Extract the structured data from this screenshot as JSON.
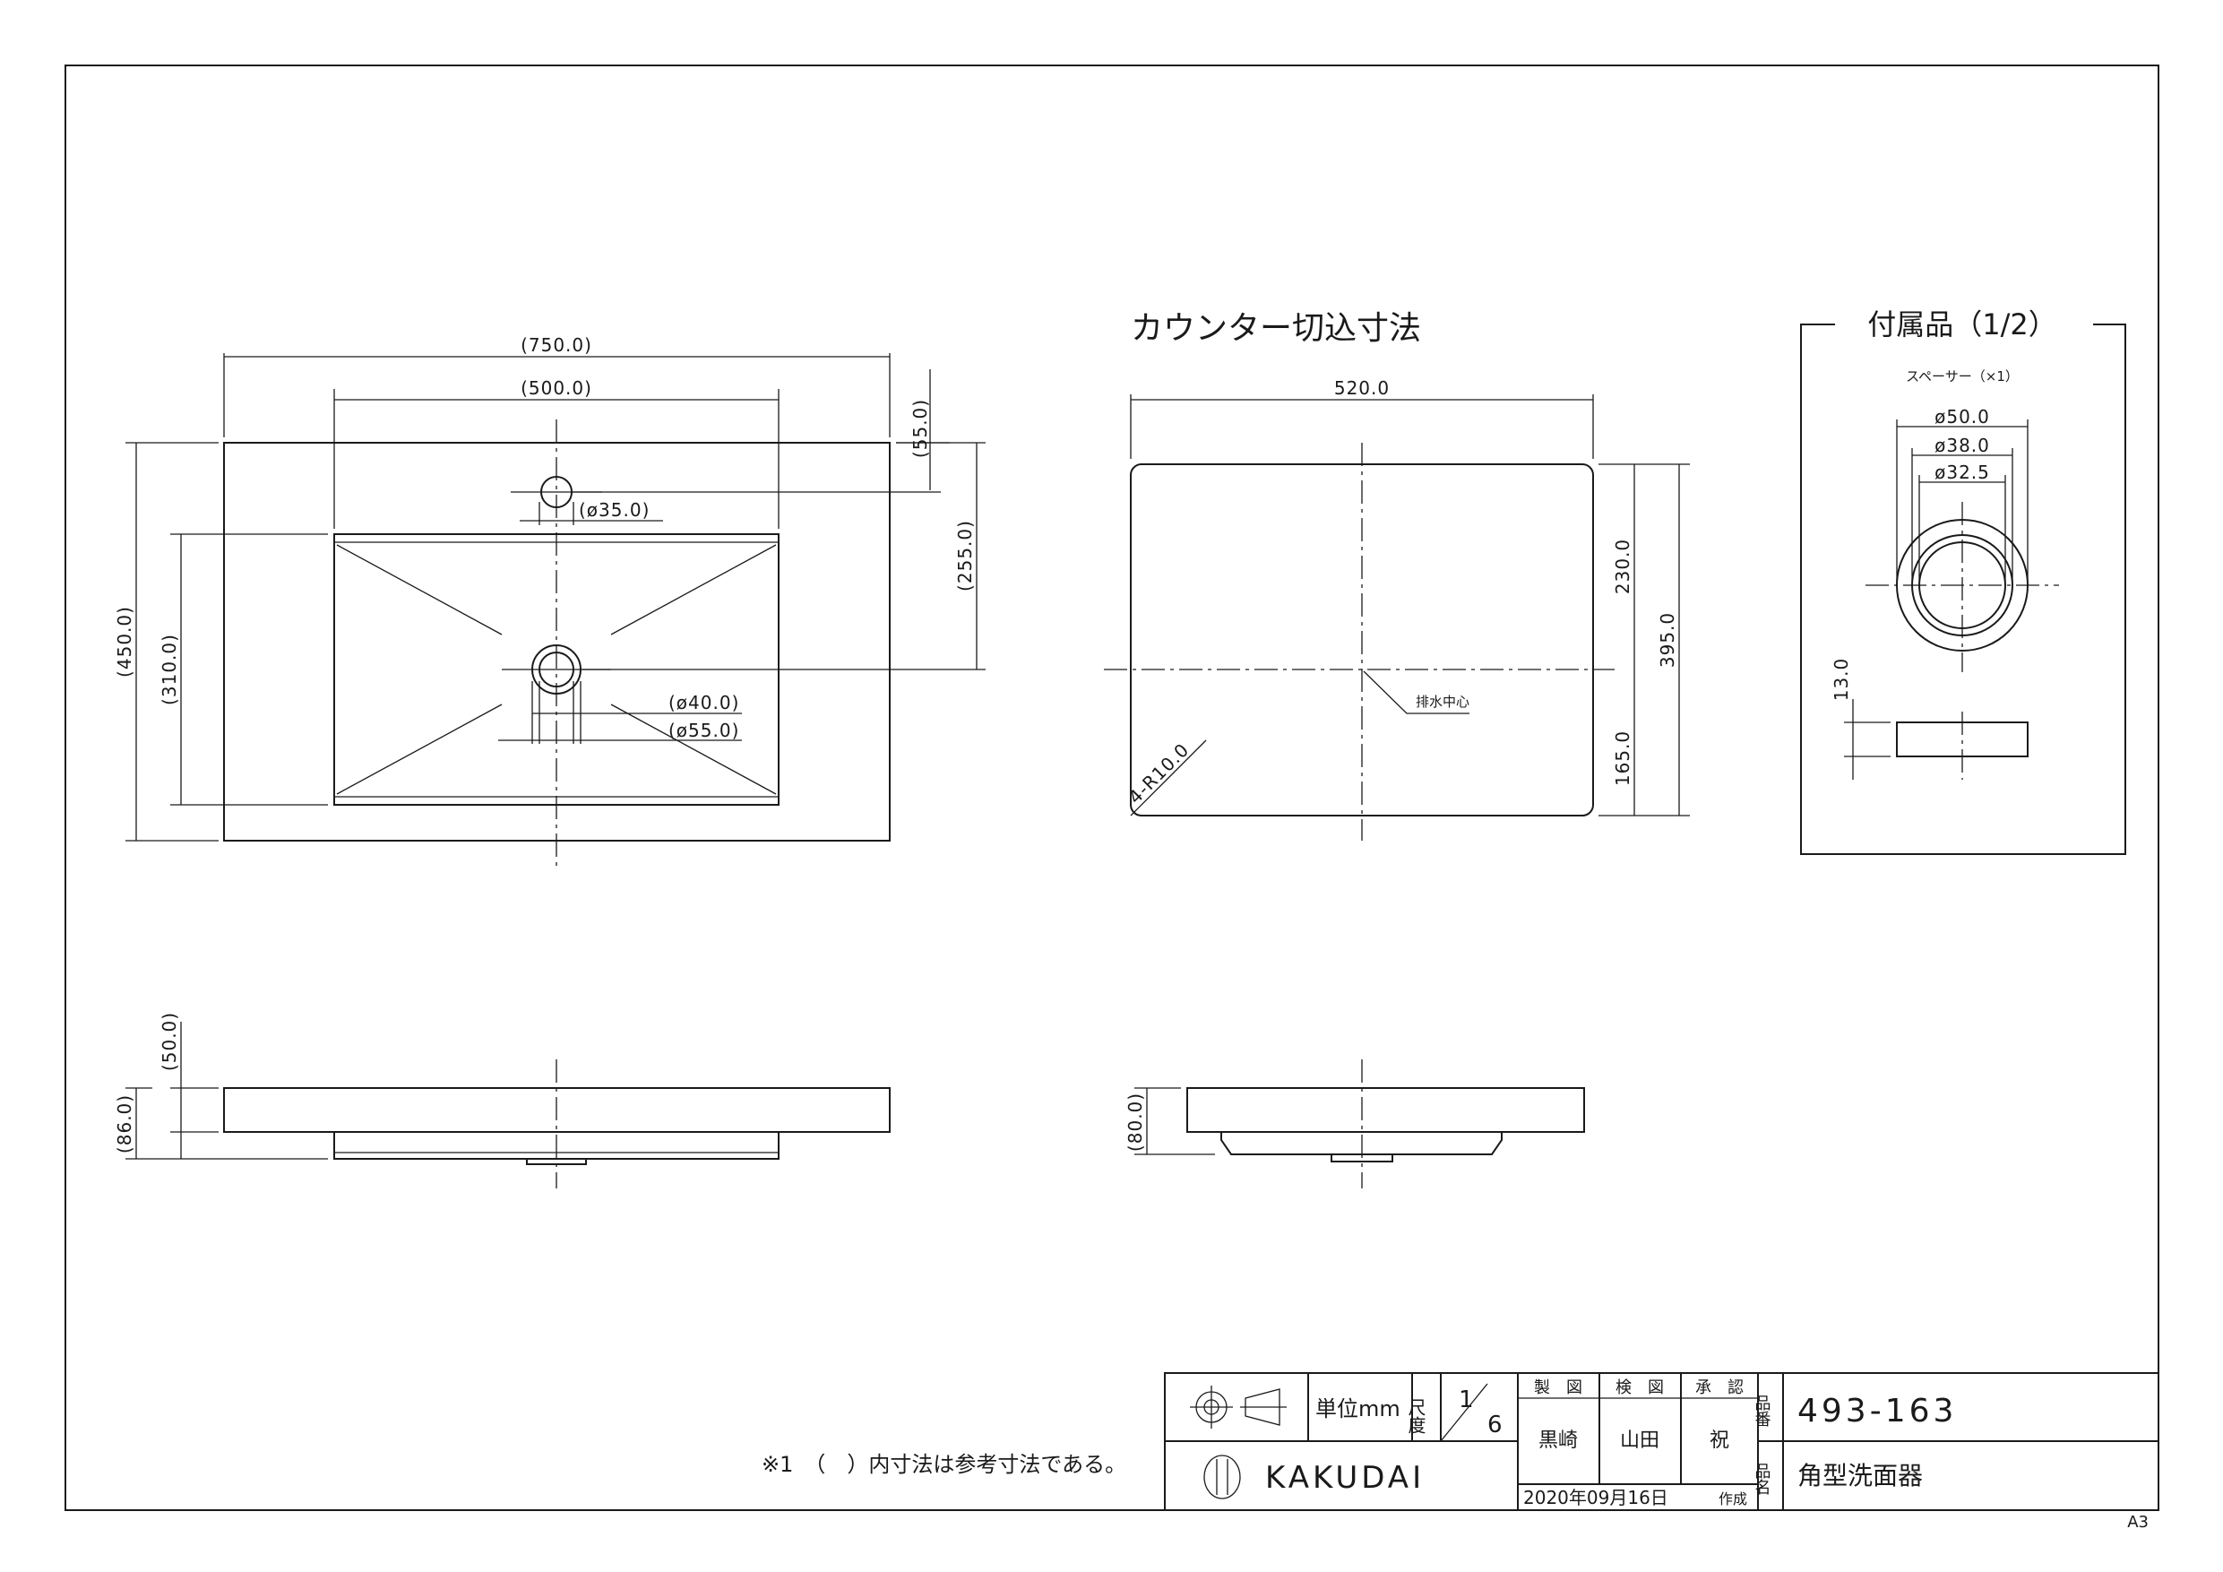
{
  "dims": {
    "w750": "(750.0)",
    "w500": "(500.0)",
    "d55": "(55.0)",
    "phi35": "(ø35.0)",
    "d255": "(255.0)",
    "d450": "(450.0)",
    "d310": "(310.0)",
    "phi40": "(ø40.0)",
    "phi55": "(ø55.0)",
    "d50": "(50.0)",
    "d86": "(86.0)",
    "d80": "(80.0)"
  },
  "counter": {
    "title": "カウンター切込寸法",
    "w520": "520.0",
    "d230": "230.0",
    "d395": "395.0",
    "d165": "165.0",
    "r10": "4-R10.0",
    "drain_center": "排水中心"
  },
  "accessory": {
    "title": "付属品（1/2）",
    "item": "スペーサー（×1）",
    "phi50": "ø50.0",
    "phi38": "ø38.0",
    "phi32": "ø32.5",
    "d13": "13.0"
  },
  "note": "※1　（　）内寸法は参考寸法である。",
  "title_block": {
    "unit_label": "単位mm",
    "scale_label": "尺度",
    "scale_num": "1",
    "scale_den": "6",
    "made_label": "製　図",
    "check_label": "検　図",
    "approve_label": "承　認",
    "made_by": "黒崎",
    "checked_by": "山田",
    "approved_by": "祝",
    "date": "2020年09月16日",
    "date_label": "作成",
    "part_no_label": "品番",
    "part_no": "493-163",
    "part_name_label": "品名",
    "part_name": "角型洗面器",
    "brand": "KAKUDAI"
  },
  "sheet_size": "A3"
}
